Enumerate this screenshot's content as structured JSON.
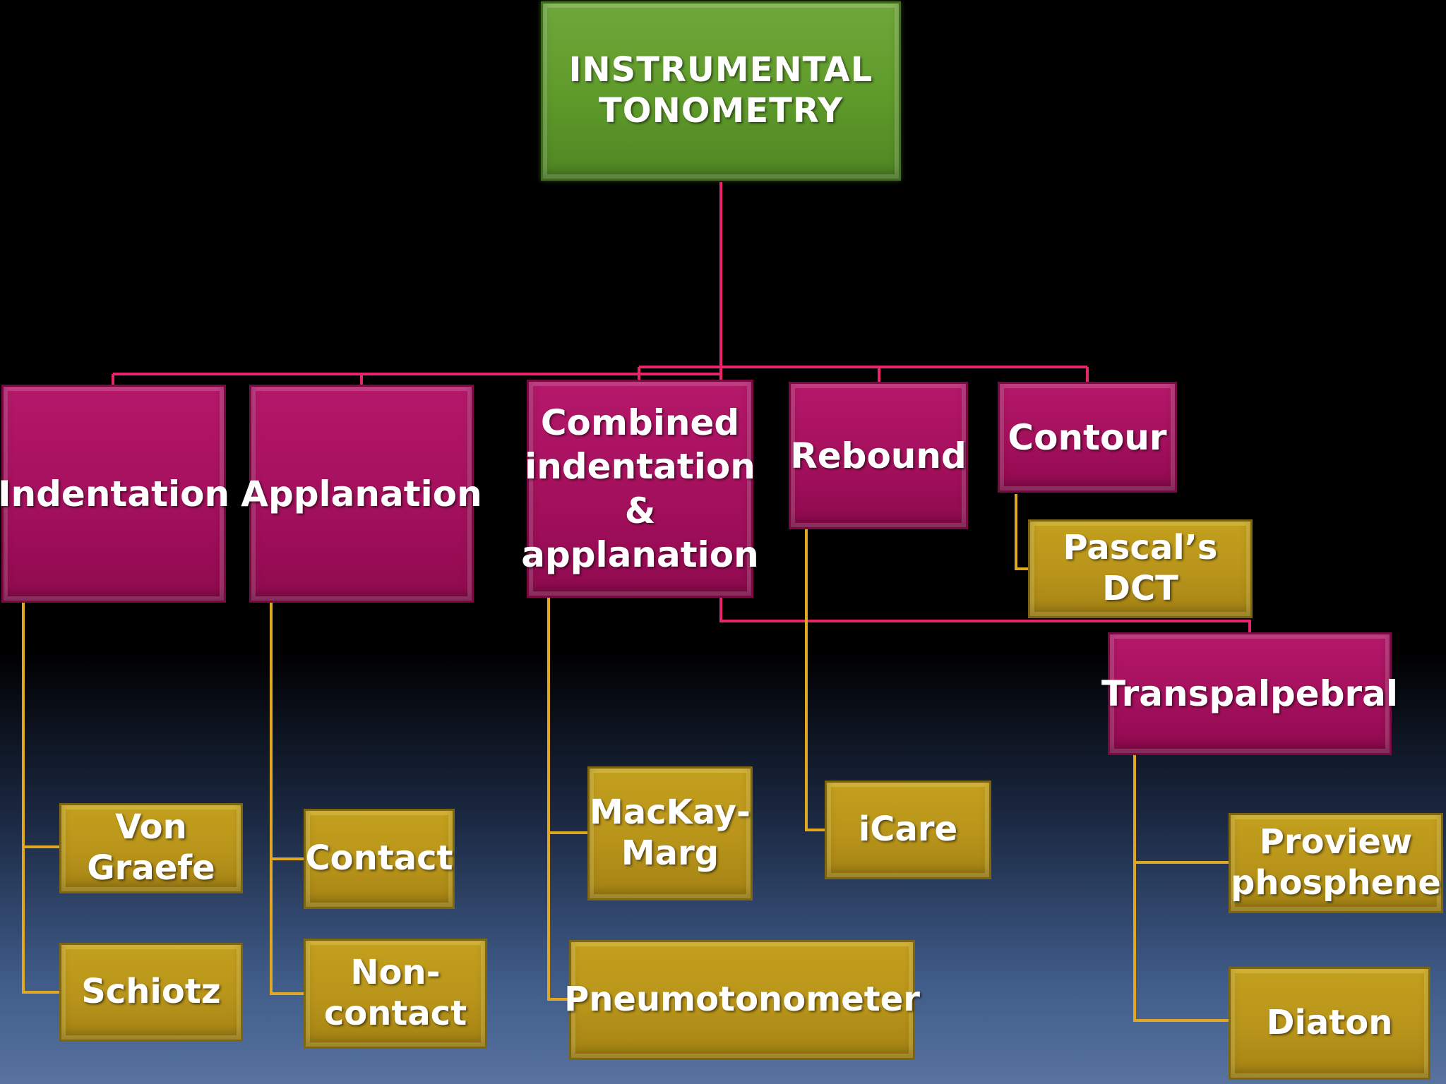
{
  "colors": {
    "root_fill": "#5e9a2a",
    "category_fill": "#a20f5b",
    "leaf_fill": "#b8941a",
    "category_connector": "#e8246c",
    "leaf_connector": "#e0a820"
  },
  "root": {
    "label": "INSTRUMENTAL\nTONOMETRY"
  },
  "categories": {
    "indentation": {
      "label": "Indentation"
    },
    "applanation": {
      "label": "Applanation"
    },
    "combined": {
      "label": "Combined\nindentation\n&\napplanation"
    },
    "rebound": {
      "label": "Rebound"
    },
    "contour": {
      "label": "Contour"
    },
    "transpalpebral": {
      "label": "Transpalpebral"
    }
  },
  "leaves": {
    "von_graefe": {
      "label": "Von\nGraefe"
    },
    "schiotz": {
      "label": "Schiotz"
    },
    "contact": {
      "label": "Contact"
    },
    "non_contact": {
      "label": "Non-\ncontact"
    },
    "mackay_marg": {
      "label": "MacKay-\nMarg"
    },
    "pneumotonometer": {
      "label": "Pneumotonometer"
    },
    "icare": {
      "label": "iCare"
    },
    "pascals_dct": {
      "label": "Pascal’s DCT"
    },
    "proview_phosphene": {
      "label": "Proview\nphosphene"
    },
    "diaton": {
      "label": "Diaton"
    }
  }
}
